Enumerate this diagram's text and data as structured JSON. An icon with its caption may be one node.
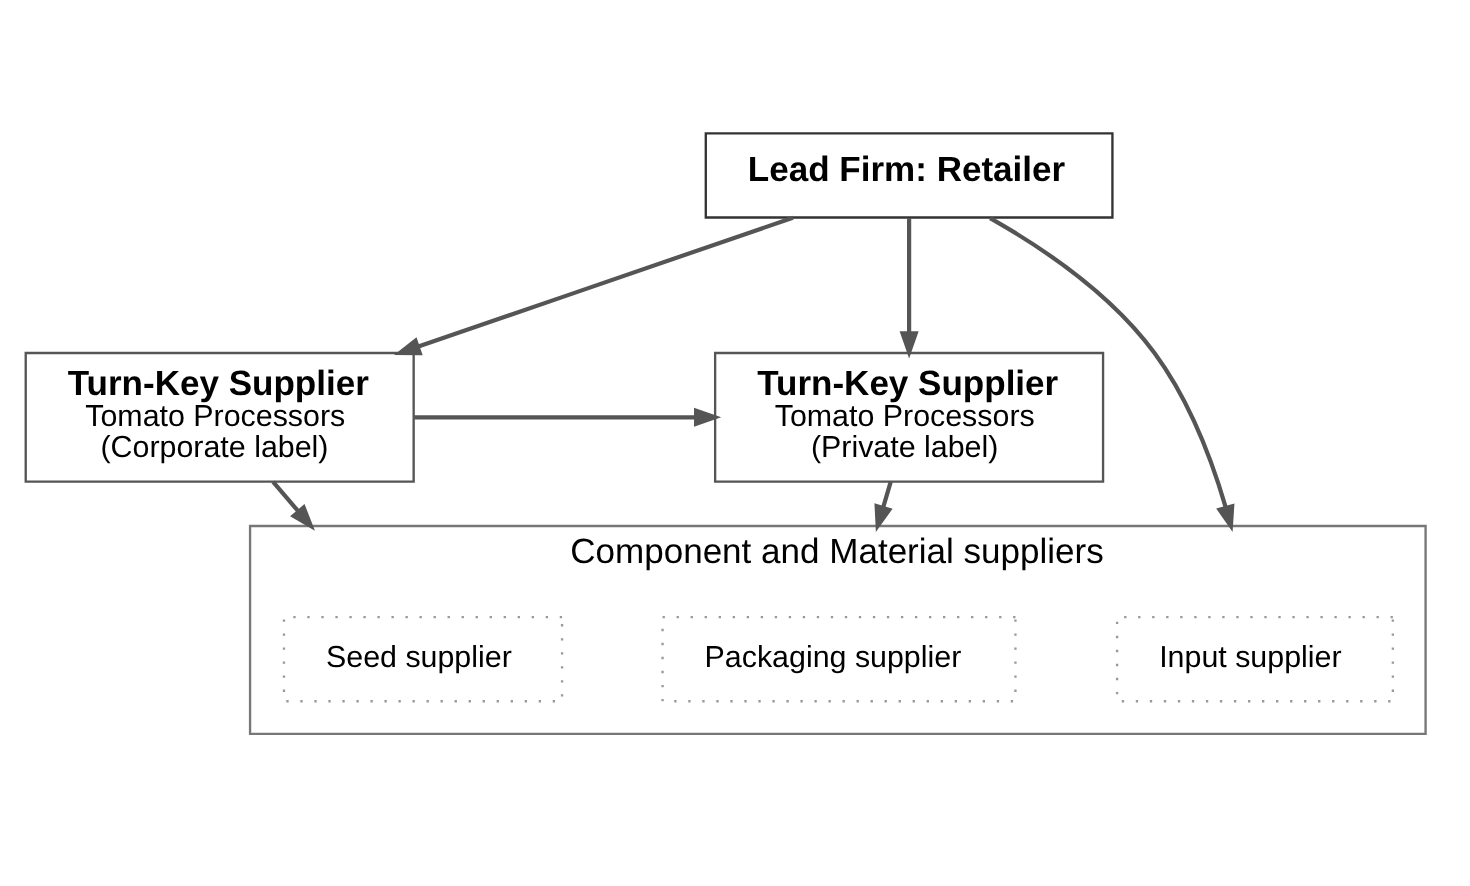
{
  "diagram": {
    "nodes": [
      {
        "text": [
          "Lead Firm: Retailer"
        ]
      },
      {
        "text": [
          "Turn-Key Supplier",
          "Tomato Processors",
          "(Corporate label)"
        ]
      },
      {
        "text": [
          "Turn-Key Supplier",
          "Tomato Processors",
          "(Private label)"
        ]
      },
      {
        "text": [
          "Component and Material suppliers"
        ]
      },
      {
        "text": [
          "Seed supplier"
        ],
        "in": 3
      },
      {
        "text": [
          "Input supplier"
        ],
        "in": 3
      },
      {
        "text": [
          "Packaging supplier"
        ],
        "in": 3
      }
    ],
    "edges": [
      {
        "from": 0,
        "to": 1,
        "arrow": "to"
      },
      {
        "from": 0,
        "to": 3,
        "arrow": "to"
      },
      {
        "from": 0,
        "to": 2,
        "arrow": "to"
      },
      {
        "from": 1,
        "to": 2,
        "arrow": "to"
      },
      {
        "from": 1,
        "to": 3,
        "arrow": "to"
      },
      {
        "from": 2,
        "to": 3,
        "arrow": "to"
      }
    ]
  }
}
